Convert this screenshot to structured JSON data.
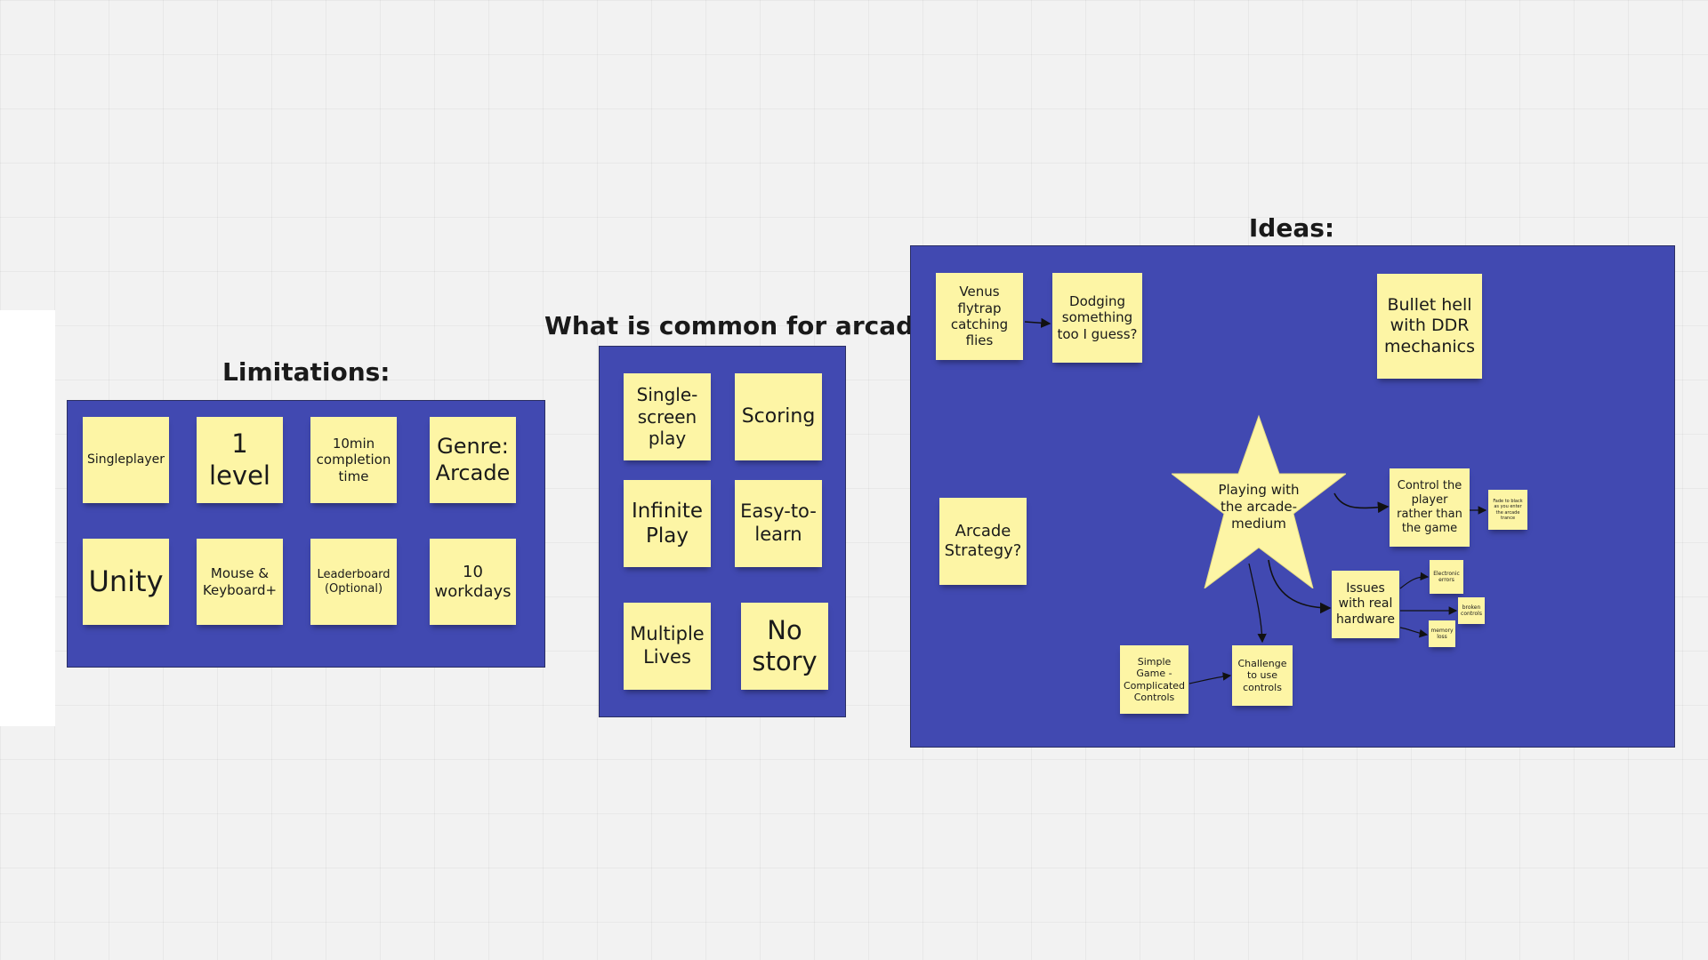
{
  "board": {
    "limitations": {
      "title": "Limitations:",
      "stickies": [
        "Singleplayer",
        "1 level",
        "10min completion time",
        "Genre: Arcade",
        "Unity",
        "Mouse & Keyboard+",
        "Leaderboard (Optional)",
        "10 workdays"
      ]
    },
    "arcade": {
      "title": "What is common for arcade?",
      "stickies": [
        "Single-screen play",
        "Scoring",
        "Infinite Play",
        "Easy-to-learn",
        "Multiple Lives",
        "No story"
      ]
    },
    "ideas": {
      "title": "Ideas:",
      "stickies": {
        "venus": "Venus flytrap catching flies",
        "dodging": "Dodging something too I guess?",
        "bullet_hell": "Bullet hell with DDR mechanics",
        "arcade_strategy": "Arcade Strategy?",
        "star": "Playing with the arcade-medium",
        "control_player": "Control the player rather than the game",
        "fade": "Fade to black as you enter the arcade trance",
        "issues_hardware": "Issues with real hardware",
        "electronic_errors": "Electronic errors",
        "broken_controls": "broken controls",
        "memory_loss": "memory loss",
        "simple_game": "Simple Game - Complicated Controls",
        "challenge": "Challenge to use controls"
      }
    }
  },
  "colors": {
    "canvas": "#f2f2f2",
    "frame": "#4149b1",
    "sticky": "#fdf5a5",
    "text": "#1a1a1a",
    "connector": "#111111"
  }
}
